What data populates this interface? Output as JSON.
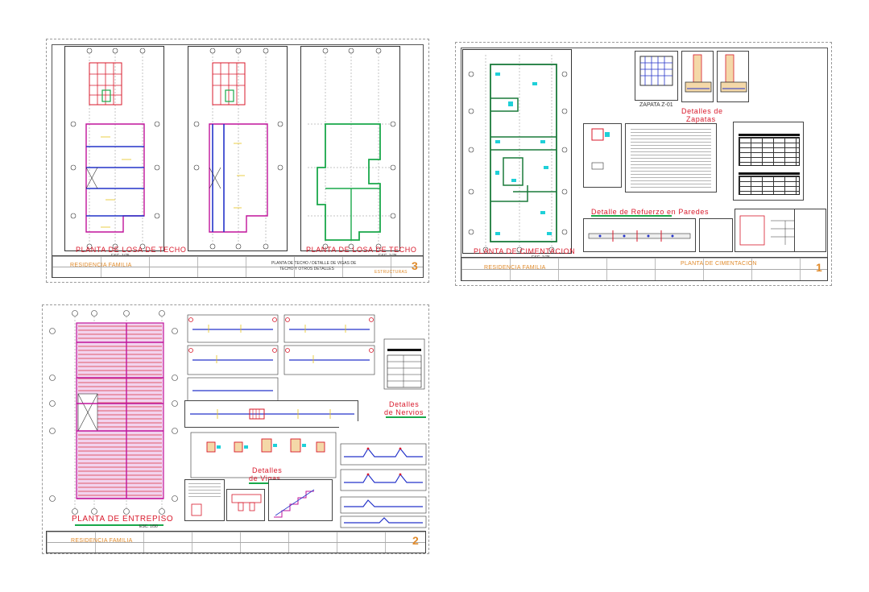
{
  "sheet1": {
    "plan1_title": "PLANTA DE LOSA DE TECHO",
    "plan1_scale": "ESC. 1/75",
    "plan2_title": "PLANTA DE TECHO / DETALLE DE VIGAS DE",
    "plan2_title_line2": "TECHO Y OTROS DETALLES",
    "plan3_title": "PLANTA DE LOSA DE TECHO",
    "plan3_scale": "ESC. 1/75",
    "tb_project": "RESIDENCIA FAMILIA",
    "tb_sheet": "3",
    "tb_code": "ESTRUCTURAS"
  },
  "sheet2": {
    "zapata_title": "ZAPATA Z-01",
    "zapatas_title": "Detalles de",
    "zapatas_title2": "Zapatas",
    "muros_title": "Detalle de Refuerzo en Paredes",
    "plan_title": "PLANTA DE CIMENTACION",
    "plan_scale": "ESC. 1/75",
    "tb_project": "RESIDENCIA FAMILIA",
    "tb_plan_name": "PLANTA DE CIMENTACION",
    "tb_sheet": "1"
  },
  "sheet3": {
    "plan_title": "PLANTA DE ENTREPISO",
    "plan_scale": "ESC. 1/50",
    "nervios_title": "Detalles",
    "nervios_title2": "de Nervios",
    "vigas_title": "Detalles",
    "vigas_title2": "de Vigas",
    "tb_project": "RESIDENCIA FAMILIA",
    "tb_sheet": "2"
  },
  "colors": {
    "red": "#d8192b",
    "green": "#19a84a",
    "blue": "#2433c9",
    "magenta": "#c0149b",
    "cyan": "#1fd0d8",
    "orange": "#e08a2a",
    "yellow": "#e6c31a"
  }
}
